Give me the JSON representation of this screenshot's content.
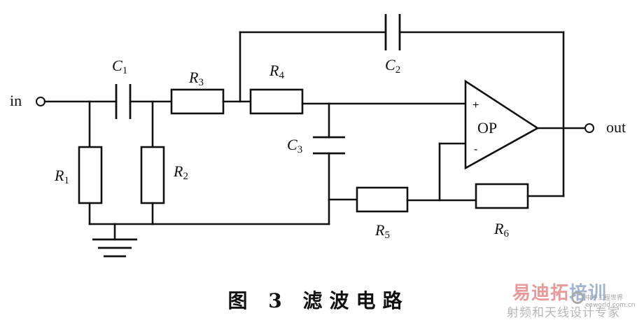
{
  "figure": {
    "caption": "图 3  滤波电路",
    "terminals": {
      "input": "in",
      "output": "out"
    },
    "components": {
      "R1": {
        "letter": "R",
        "sub": "1"
      },
      "R2": {
        "letter": "R",
        "sub": "2"
      },
      "R3": {
        "letter": "R",
        "sub": "3"
      },
      "R4": {
        "letter": "R",
        "sub": "4"
      },
      "R5": {
        "letter": "R",
        "sub": "5"
      },
      "R6": {
        "letter": "R",
        "sub": "6"
      },
      "C1": {
        "letter": "C",
        "sub": "1"
      },
      "C2": {
        "letter": "C",
        "sub": "2"
      },
      "C3": {
        "letter": "C",
        "sub": "3"
      }
    },
    "opamp": {
      "label": "OP",
      "plus": "+",
      "minus": "-"
    }
  },
  "watermark": {
    "brand_part1": "易迪拓",
    "brand_part2": "培训",
    "site_name": "中子工程世界",
    "site_url": "eeworld.com.cn",
    "tagline": "射频和天线设计专家"
  }
}
